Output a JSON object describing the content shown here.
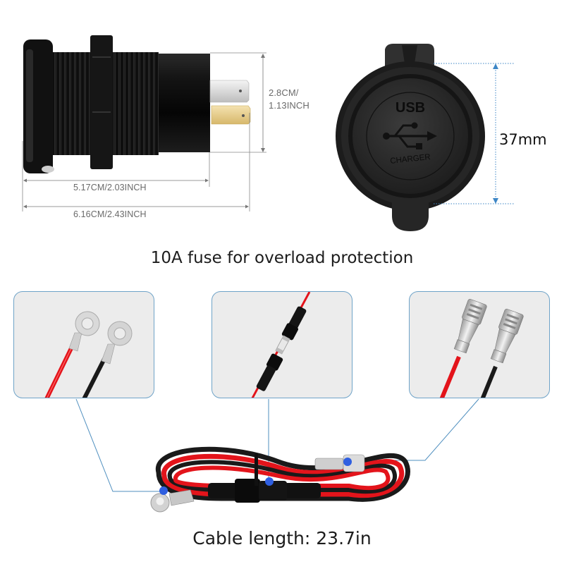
{
  "product": {
    "side_view": {
      "height_label_line1": "2.8CM/",
      "height_label_line2": "1.13INCH",
      "body_length_label": "5.17CM/2.03INCH",
      "total_length_label": "6.16CM/2.43INCH"
    },
    "front_view": {
      "cap_text_top": "USB",
      "cap_text_bottom": "CHARGER",
      "cap_icon": "usb-symbol-icon",
      "diameter_label": "37mm"
    }
  },
  "fuse_heading": "10A fuse for overload protection",
  "detail_panels": [
    {
      "name": "ring-terminals",
      "icon": "ring-terminal-icon"
    },
    {
      "name": "inline-fuse-holder",
      "icon": "fuse-holder-icon"
    },
    {
      "name": "female-spade-connectors",
      "icon": "spade-connector-icon"
    }
  ],
  "cable_caption": "Cable length: 23.7in",
  "colors": {
    "panel_border": "#6fa3c8",
    "callout_line": "#4f8fbf",
    "callout_dot": "#2f5fe0",
    "dimension_line_blue": "#3d86c6",
    "wire_red": "#e3141b",
    "wire_black": "#1a1a1a",
    "dimension_text": "#6a6a6a"
  }
}
